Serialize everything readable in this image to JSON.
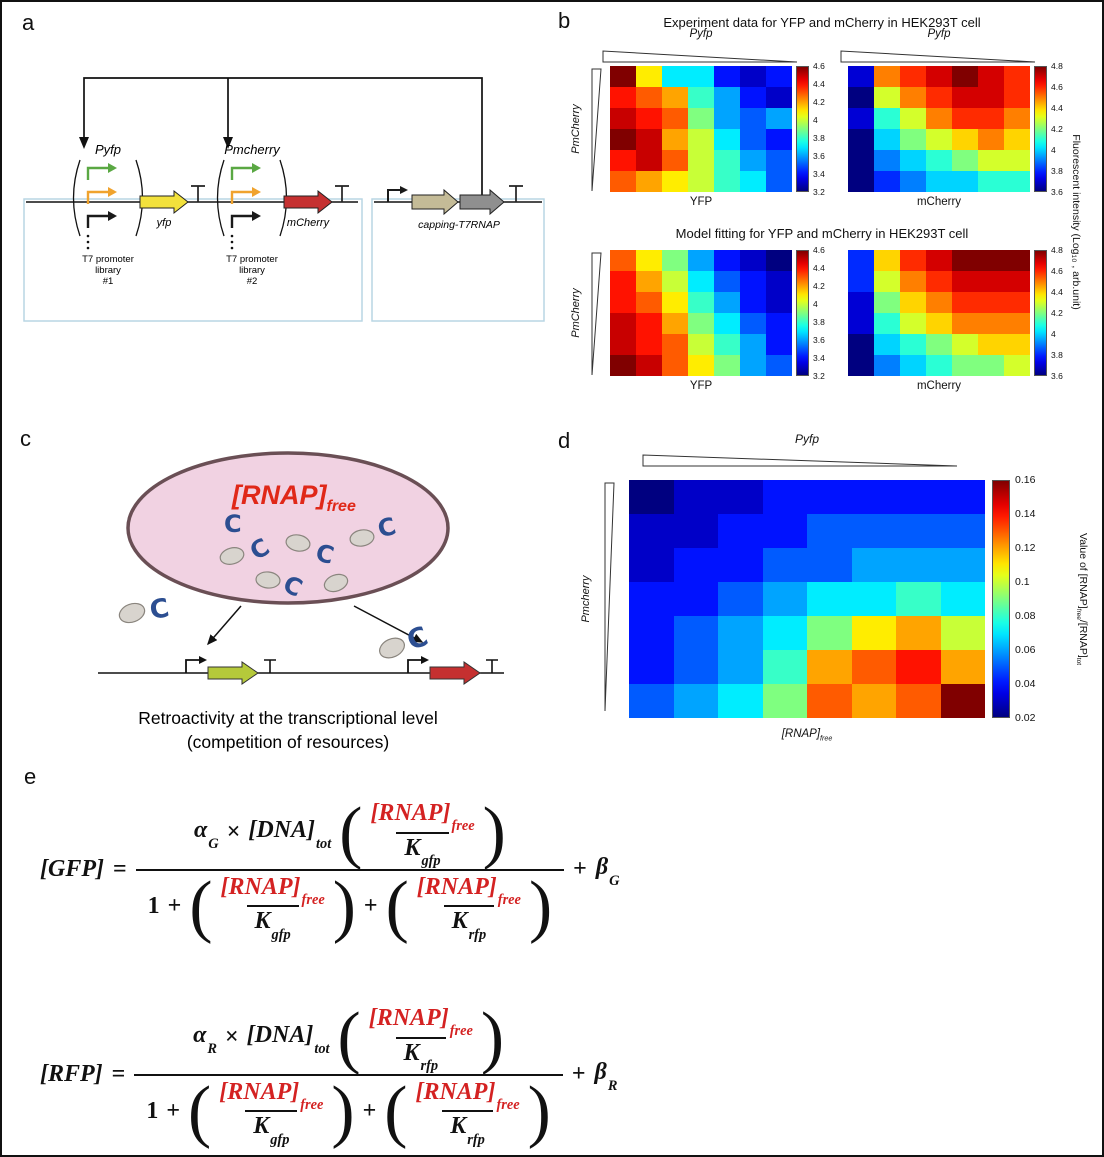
{
  "panels": {
    "a": {
      "label": "a",
      "promoter1_label": "Pyfp",
      "promoter2_label": "Pmcherry",
      "gene1_label": "yfp",
      "gene2_label": "mCherry",
      "capping_label": "capping-T7RNAP",
      "library1_lines": [
        "T7 promoter",
        "library",
        "#1"
      ],
      "library2_lines": [
        "T7 promoter",
        "library",
        "#2"
      ],
      "colors": {
        "promoter_green": "#5aa843",
        "promoter_orange": "#f0a32e",
        "promoter_black": "#1a1a1a",
        "gene1_fill": "#f2e13c",
        "gene2_fill": "#c53030",
        "capping_fill1": "#c4bb97",
        "capping_fill2": "#8f8f8f",
        "box_stroke": "#b9d6e4"
      }
    },
    "b": {
      "label": "b",
      "experiment_title": "Experiment data for YFP and mCherry in HEK293T cell",
      "model_title": "Model fitting for YFP and mCherry in HEK293T cell",
      "x_axis_label": "Pyfp",
      "y_axis_label": "PmCherry",
      "right_axis_label": "Fluorescent intensity (Log₁₀ , arb.unit)",
      "yfp_label": "YFP",
      "mcherry_label": "mCherry"
    },
    "c": {
      "label": "c",
      "rnap_main": "[RNAP]",
      "rnap_sub": "free",
      "caption_line1": "Retroactivity at the transcriptional level",
      "caption_line2": "(competition of resources)",
      "colors": {
        "cell_fill": "#f1d2e2",
        "cell_stroke": "#6a4f55",
        "polymerase_blue": "#2c4e91",
        "blob_gray": "#d8d4ce",
        "gene1_fill": "#b5c93a",
        "gene2_fill": "#c53030",
        "rnap_red": "#e02818"
      }
    },
    "d": {
      "label": "d",
      "x_axis_label": "Pyfp",
      "y_axis_label": "Pmcherry",
      "bottom_label_main": "[RNAP]",
      "bottom_label_sub": "free",
      "right_label_part1": "Value of [RNAP]",
      "right_label_sub1": "free",
      "right_label_part2": "/[RNAP]",
      "right_label_sub2": "tot"
    },
    "e": {
      "label": "e",
      "accent_red": "#d42222",
      "equations": [
        {
          "lhs": "[GFP]",
          "eq": "=",
          "alpha": {
            "main": "α",
            "sub": "G"
          },
          "times": "×",
          "dna": {
            "main": "[DNA]",
            "sub": "tot"
          },
          "rnap": {
            "main": "[RNAP]",
            "sub": "free"
          },
          "k_num": {
            "main": "K",
            "sub": "gfp"
          },
          "one": "1",
          "plus": "+",
          "k_den1": {
            "main": "K",
            "sub": "gfp"
          },
          "k_den2": {
            "main": "K",
            "sub": "rfp"
          },
          "beta": {
            "main": "β",
            "sub": "G"
          }
        },
        {
          "lhs": "[RFP]",
          "eq": "=",
          "alpha": {
            "main": "α",
            "sub": "R"
          },
          "times": "×",
          "dna": {
            "main": "[DNA]",
            "sub": "tot"
          },
          "rnap": {
            "main": "[RNAP]",
            "sub": "free"
          },
          "k_num": {
            "main": "K",
            "sub": "rfp"
          },
          "one": "1",
          "plus": "+",
          "k_den1": {
            "main": "K",
            "sub": "gfp"
          },
          "k_den2": {
            "main": "K",
            "sub": "rfp"
          },
          "beta": {
            "main": "β",
            "sub": "R"
          }
        }
      ]
    }
  },
  "chart_data": [
    {
      "id": "exp_yfp",
      "type": "heatmap",
      "title": "YFP",
      "group": "Experiment data for YFP and mCherry in HEK293T cell",
      "xlabel": "Pyfp (strength decreasing left to right)",
      "ylabel": "PmCherry (strength decreasing top to bottom)",
      "colormap": "jet",
      "vmin": 3.2,
      "vmax": 4.6,
      "colorbar_ticks": [
        "4.6",
        "4.4",
        "4.2",
        "4",
        "3.8",
        "3.6",
        "3.4",
        "3.2"
      ],
      "values": [
        [
          4.6,
          4.1,
          3.7,
          3.7,
          3.4,
          3.3,
          3.4
        ],
        [
          4.4,
          4.3,
          4.2,
          3.8,
          3.6,
          3.4,
          3.3
        ],
        [
          4.5,
          4.4,
          4.3,
          3.9,
          3.6,
          3.5,
          3.6
        ],
        [
          4.6,
          4.5,
          4.2,
          4.0,
          3.7,
          3.5,
          3.4
        ],
        [
          4.4,
          4.5,
          4.3,
          4.0,
          3.8,
          3.6,
          3.5
        ],
        [
          4.3,
          4.2,
          4.1,
          4.0,
          3.8,
          3.7,
          3.5
        ]
      ]
    },
    {
      "id": "exp_mcherry",
      "type": "heatmap",
      "title": "mCherry",
      "group": "Experiment data for YFP and mCherry in HEK293T cell",
      "xlabel": "Pyfp (strength decreasing left to right)",
      "ylabel": "PmCherry (strength decreasing top to bottom)",
      "colormap": "jet",
      "vmin": 3.6,
      "vmax": 4.8,
      "colorbar_ticks": [
        "4.8",
        "4.6",
        "4.4",
        "4.2",
        "4",
        "3.8",
        "3.6"
      ],
      "values": [
        [
          3.7,
          4.5,
          4.6,
          4.7,
          4.8,
          4.7,
          4.6
        ],
        [
          3.6,
          4.3,
          4.5,
          4.6,
          4.7,
          4.7,
          4.6
        ],
        [
          3.7,
          4.1,
          4.3,
          4.5,
          4.6,
          4.6,
          4.5
        ],
        [
          3.6,
          4.0,
          4.2,
          4.3,
          4.4,
          4.5,
          4.4
        ],
        [
          3.6,
          3.9,
          4.0,
          4.1,
          4.2,
          4.3,
          4.3
        ],
        [
          3.6,
          3.8,
          3.9,
          4.0,
          4.0,
          4.1,
          4.1
        ]
      ]
    },
    {
      "id": "model_yfp",
      "type": "heatmap",
      "title": "YFP",
      "group": "Model fitting for YFP and mCherry in HEK293T cell",
      "xlabel": "Pyfp (strength decreasing left to right)",
      "ylabel": "PmCherry (strength decreasing top to bottom)",
      "colormap": "jet",
      "vmin": 3.2,
      "vmax": 4.6,
      "colorbar_ticks": [
        "4.6",
        "4.4",
        "4.2",
        "4",
        "3.8",
        "3.6",
        "3.4",
        "3.2"
      ],
      "values": [
        [
          4.3,
          4.1,
          3.9,
          3.6,
          3.4,
          3.3,
          3.2
        ],
        [
          4.4,
          4.2,
          4.0,
          3.7,
          3.5,
          3.4,
          3.3
        ],
        [
          4.4,
          4.3,
          4.1,
          3.8,
          3.6,
          3.4,
          3.3
        ],
        [
          4.5,
          4.4,
          4.2,
          3.9,
          3.7,
          3.5,
          3.4
        ],
        [
          4.5,
          4.4,
          4.3,
          4.0,
          3.8,
          3.6,
          3.4
        ],
        [
          4.6,
          4.5,
          4.3,
          4.1,
          3.9,
          3.6,
          3.5
        ]
      ]
    },
    {
      "id": "model_mcherry",
      "type": "heatmap",
      "title": "mCherry",
      "group": "Model fitting for YFP and mCherry in HEK293T cell",
      "xlabel": "Pyfp (strength decreasing left to right)",
      "ylabel": "PmCherry (strength decreasing top to bottom)",
      "colormap": "jet",
      "vmin": 3.6,
      "vmax": 4.8,
      "colorbar_ticks": [
        "4.8",
        "4.6",
        "4.4",
        "4.2",
        "4",
        "3.8",
        "3.6"
      ],
      "values": [
        [
          3.8,
          4.4,
          4.6,
          4.7,
          4.8,
          4.8,
          4.8
        ],
        [
          3.8,
          4.3,
          4.5,
          4.6,
          4.7,
          4.7,
          4.7
        ],
        [
          3.7,
          4.2,
          4.4,
          4.5,
          4.6,
          4.6,
          4.6
        ],
        [
          3.7,
          4.1,
          4.3,
          4.4,
          4.5,
          4.5,
          4.5
        ],
        [
          3.6,
          4.0,
          4.1,
          4.2,
          4.3,
          4.4,
          4.4
        ],
        [
          3.6,
          3.9,
          4.0,
          4.1,
          4.2,
          4.2,
          4.3
        ]
      ]
    },
    {
      "id": "rnap_ratio",
      "type": "heatmap",
      "title": "Value of [RNAP]free/[RNAP]tot",
      "xlabel": "Pyfp (strength decreasing left to right); bottom axis: [RNAP]free",
      "ylabel": "Pmcherry (strength decreasing top to bottom)",
      "colormap": "jet",
      "vmin": 0.02,
      "vmax": 0.16,
      "colorbar_ticks": [
        "0.16",
        "0.14",
        "0.12",
        "0.1",
        "0.08",
        "0.06",
        "0.04",
        "0.02"
      ],
      "values": [
        [
          0.02,
          0.03,
          0.03,
          0.04,
          0.04,
          0.04,
          0.04,
          0.04
        ],
        [
          0.03,
          0.03,
          0.04,
          0.04,
          0.05,
          0.05,
          0.05,
          0.05
        ],
        [
          0.03,
          0.04,
          0.04,
          0.05,
          0.05,
          0.06,
          0.06,
          0.06
        ],
        [
          0.04,
          0.04,
          0.05,
          0.06,
          0.07,
          0.07,
          0.08,
          0.07
        ],
        [
          0.04,
          0.05,
          0.06,
          0.07,
          0.09,
          0.11,
          0.12,
          0.1
        ],
        [
          0.04,
          0.05,
          0.06,
          0.08,
          0.12,
          0.13,
          0.14,
          0.12
        ],
        [
          0.05,
          0.06,
          0.07,
          0.09,
          0.13,
          0.12,
          0.13,
          0.16
        ]
      ]
    }
  ]
}
